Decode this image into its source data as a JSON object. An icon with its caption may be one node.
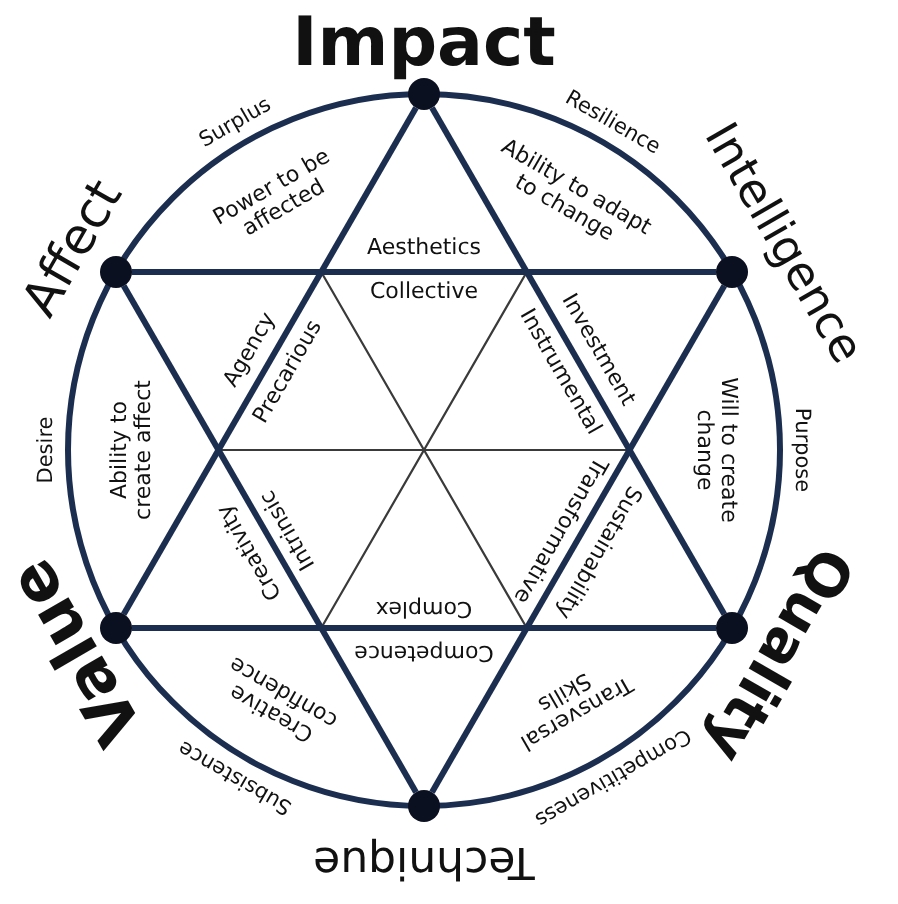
{
  "diagram": {
    "nodes": [
      {
        "text": [],
        "shape": "circle",
        "beside": [
          "Impact"
        ]
      },
      {
        "text": [],
        "shape": "circle",
        "beside": [
          "Affect"
        ]
      },
      {
        "text": [],
        "shape": "circle",
        "beside": [
          "Intelligence"
        ]
      },
      {
        "text": [],
        "shape": "circle",
        "beside": [
          "Value"
        ]
      },
      {
        "text": [],
        "shape": "circle",
        "beside": [
          "Quality"
        ]
      },
      {
        "text": [],
        "shape": "circle",
        "beside": [
          "Technique"
        ]
      }
    ],
    "edges": [
      {
        "from": 0,
        "to": 3,
        "arrow": "none"
      },
      {
        "from": 0,
        "to": 4,
        "arrow": "none"
      },
      {
        "from": 1,
        "to": 2,
        "arrow": "none"
      },
      {
        "from": 1,
        "to": 5,
        "arrow": "none"
      },
      {
        "from": 2,
        "to": 5,
        "arrow": "none"
      },
      {
        "from": 3,
        "to": 4,
        "arrow": "none"
      }
    ],
    "labels": [
      "Surplus",
      "Resilience",
      "Power to be affected",
      "Ability to adapt to change",
      "Aesthetics",
      "Collective",
      "Agency",
      "Precarious",
      "Instrumental",
      "Investment",
      "Desire",
      "Ability to create affect",
      "Will to create change",
      "Purpose",
      "Creativity",
      "Intrinsic",
      "Transformative",
      "Sustainability",
      "Complex",
      "Competence",
      "Creative confidence",
      "Transversal Skills",
      "Subsistence",
      "Competitiveness"
    ]
  }
}
